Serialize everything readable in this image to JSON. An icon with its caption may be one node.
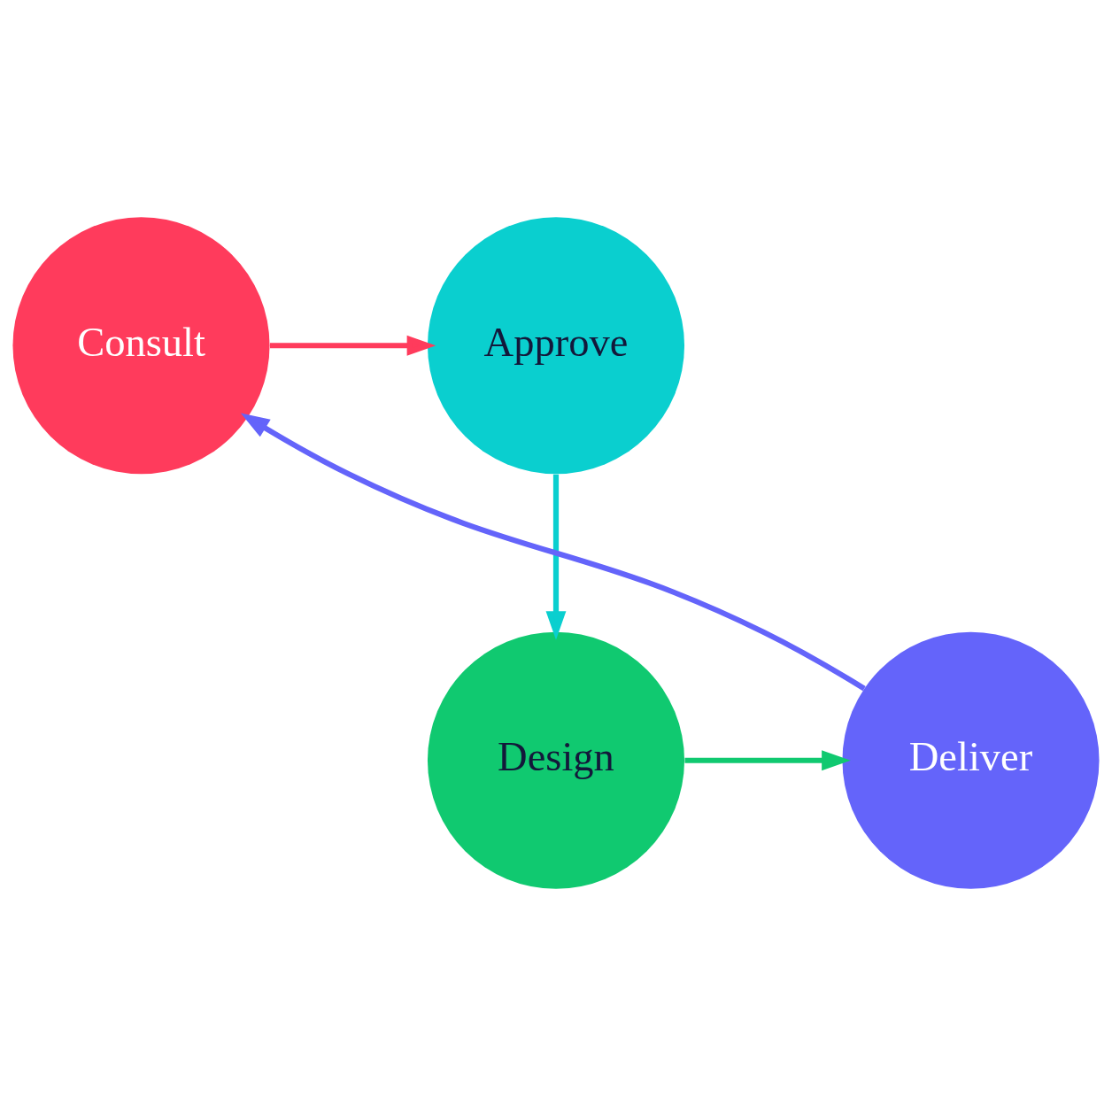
{
  "diagram": {
    "nodes": [
      {
        "text": [
          "Consult"
        ]
      },
      {
        "text": [
          "Approve"
        ]
      },
      {
        "text": [
          "Deliver"
        ]
      },
      {
        "text": [
          "Design"
        ]
      }
    ],
    "edges": [
      {
        "from": 0,
        "to": 1,
        "arrow": "to",
        "color": "#ff3b5c"
      },
      {
        "from": 1,
        "to": 3,
        "arrow": "to",
        "color": "#0acfcf"
      },
      {
        "from": 3,
        "to": 2,
        "arrow": "to",
        "color": "#10c970"
      },
      {
        "from": 2,
        "to": 0,
        "arrow": "to",
        "color": "#6464fa"
      }
    ]
  }
}
